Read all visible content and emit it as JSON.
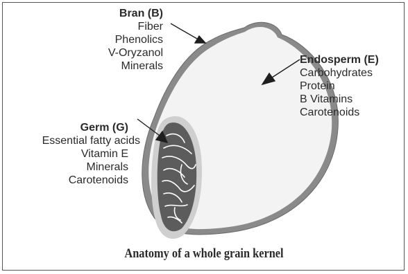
{
  "bran": {
    "heading": "Bran (B)",
    "items": [
      "Fiber",
      "Phenolics",
      "V-Oryzanol",
      "Minerals"
    ]
  },
  "endosperm": {
    "heading": "Endosperm (E)",
    "items": [
      "Carbohydrates",
      "Protein",
      "B Vitamins",
      "Carotenoids"
    ]
  },
  "germ": {
    "heading": "Germ (G)",
    "items": [
      "Essential fatty acids",
      "Vitamin E",
      "Minerals",
      "Carotenoids"
    ]
  },
  "caption": "Anatomy of a whole grain kernel",
  "colors": {
    "bran_outline": "#7a7a7a",
    "endosperm_fill": "#f2f2f2",
    "germ_fill": "#5a5a5a",
    "germ_halo": "#c8c8c8",
    "text": "#2a2a2a"
  }
}
